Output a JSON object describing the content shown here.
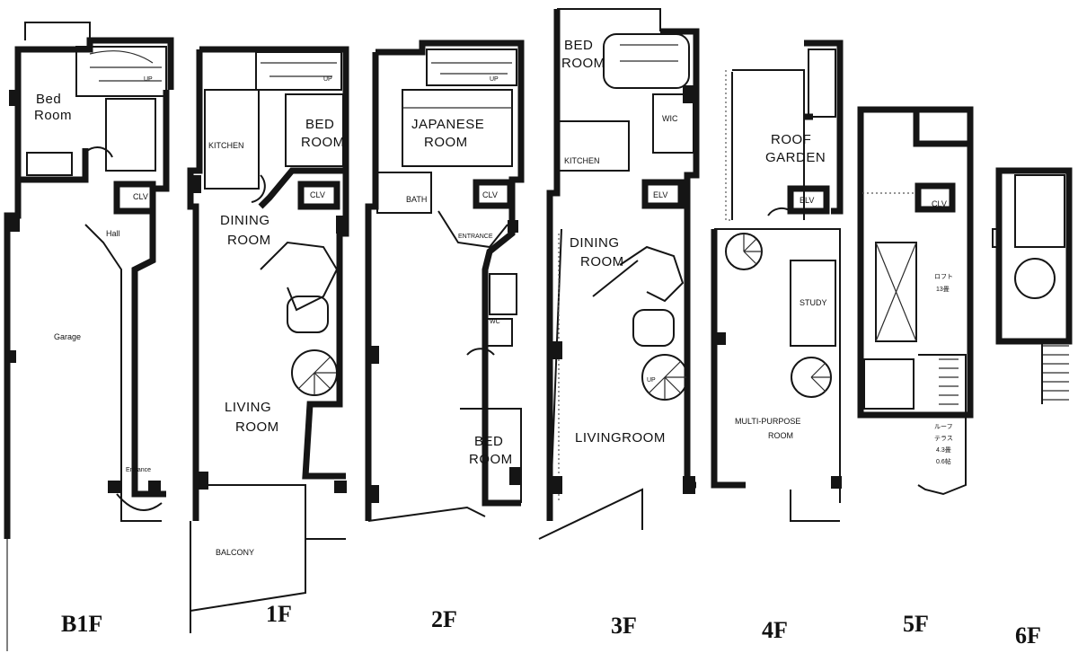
{
  "floors": {
    "b1f": {
      "label": "B1F",
      "rooms": {
        "bed": "Bed",
        "bed2": "Room",
        "clv": "CLV",
        "hall": "Hall",
        "garage": "Garage",
        "entrance": "Entrance",
        "stair": "UP"
      }
    },
    "f1": {
      "label": "1F",
      "rooms": {
        "kitchen": "KITCHEN",
        "bed": "BED",
        "bed2": "ROOM",
        "clv": "CLV",
        "dining": "DINING",
        "dining2": "ROOM",
        "living": "LIVING",
        "living2": "ROOM",
        "balcony": "BALCONY",
        "stair": "UP"
      }
    },
    "f2": {
      "label": "2F",
      "rooms": {
        "japanese": "JAPANESE",
        "japanese2": "ROOM",
        "bath": "BATH",
        "clv": "CLV",
        "entrance": "ENTRANCE",
        "wc": "WC",
        "bed": "BED",
        "bed2": "ROOM",
        "stair": "UP"
      }
    },
    "f3": {
      "label": "3F",
      "rooms": {
        "bed": "BED",
        "bed2": "ROOM",
        "wic": "WIC",
        "kitchen": "KITCHEN",
        "elv": "ELV",
        "dining": "DINING",
        "dining2": "ROOM",
        "living": "LIVINGROOM",
        "stair": "UP"
      }
    },
    "f4": {
      "label": "4F",
      "rooms": {
        "roof": "ROOF",
        "roof2": "GARDEN",
        "elv": "ELV",
        "study": "STUDY",
        "multi": "MULTI-PURPOSE",
        "multi2": "ROOM"
      }
    },
    "f5": {
      "label": "5F",
      "rooms": {
        "clv": "CLV",
        "storage": "ロフト",
        "storage2": "13畳",
        "terrace": "ルーフ",
        "terrace2": "テラス",
        "terrace3": "4.3畳",
        "terrace4": "0.6帖"
      }
    },
    "f6": {
      "label": "6F",
      "rooms": {}
    }
  }
}
